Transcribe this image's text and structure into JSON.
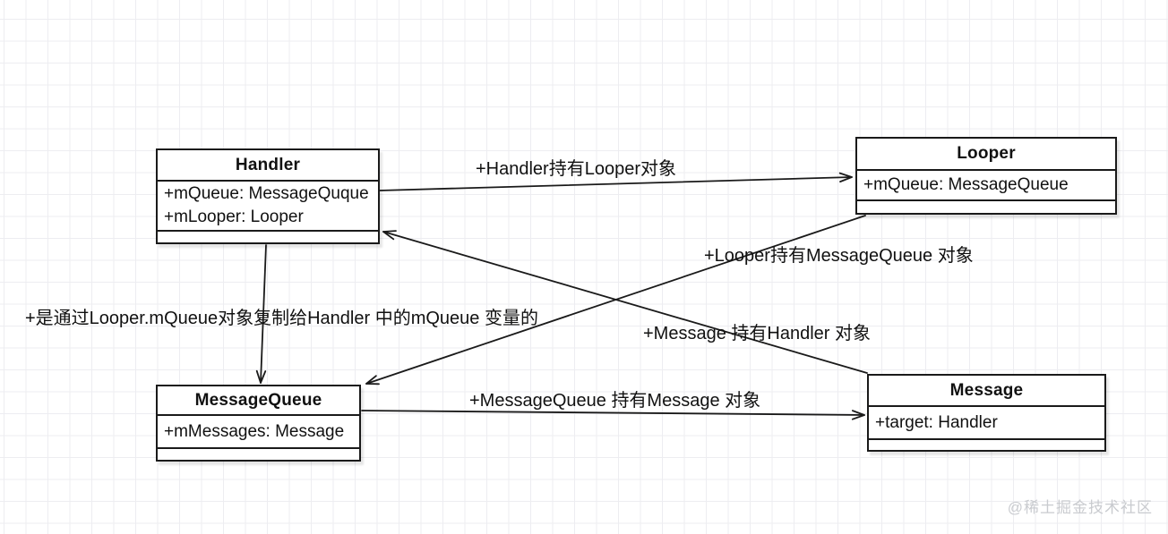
{
  "diagram": {
    "type": "uml-class-diagram",
    "classes": [
      {
        "name": "Handler",
        "attributes": [
          "+mQueue: MessageQuque",
          "+mLooper: Looper"
        ]
      },
      {
        "name": "Looper",
        "attributes": [
          "+mQueue: MessageQueue"
        ]
      },
      {
        "name": "MessageQueue",
        "attributes": [
          "+mMessages: Message"
        ]
      },
      {
        "name": "Message",
        "attributes": [
          "+target: Handler"
        ]
      }
    ],
    "edges": [
      {
        "from": "Handler",
        "to": "Looper",
        "label": "+Handler持有Looper对象"
      },
      {
        "from": "Looper",
        "to": "MessageQueue",
        "label": "+Looper持有MessageQueue 对象"
      },
      {
        "from": "Message",
        "to": "Handler",
        "label": "+Message 持有Handler 对象"
      },
      {
        "from": "MessageQueue",
        "to": "Message",
        "label": "+MessageQueue 持有Message 对象"
      },
      {
        "from": "Handler",
        "to": "MessageQueue",
        "label": "+是通过Looper.mQueue对象复制给Handler 中的mQueue 变量的"
      }
    ],
    "watermark": "@稀土掘金技术社区"
  },
  "colors": {
    "line": "#1a1a1a",
    "box_fill": "#ffffff",
    "grid": "#ededf1",
    "watermark": "#c9cbcf",
    "background": "#ffffff"
  }
}
